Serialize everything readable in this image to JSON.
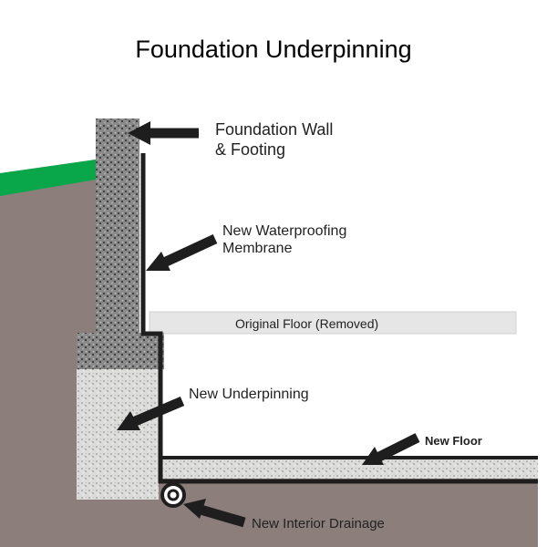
{
  "title": "Foundation Underpinning",
  "labels": {
    "wall": "Foundation Wall\n& Footing",
    "membrane": "New Waterproofing\nMembrane",
    "original_floor": "Original Floor (Removed)",
    "underpinning": "New Underpinning",
    "new_floor": "New Floor",
    "drainage": "New Interior Drainage"
  },
  "colors": {
    "soil": "#8c7f7b",
    "grass": "#0aa64a",
    "concrete_dark": "#7a7a7a",
    "concrete_light": "#d4d4d2",
    "membrane": "#1e1e1e",
    "original_floor": "#e6e6e6",
    "arrow": "#1e1e1e"
  }
}
